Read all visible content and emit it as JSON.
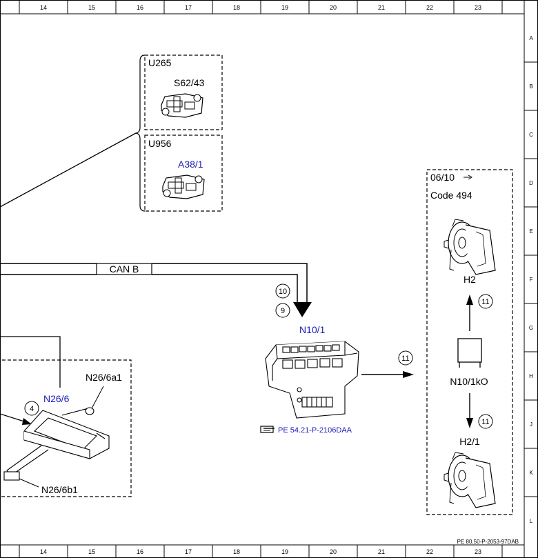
{
  "grid": {
    "columns": [
      "14",
      "15",
      "16",
      "17",
      "18",
      "19",
      "20",
      "21",
      "22",
      "23"
    ],
    "rows": [
      "A",
      "B",
      "C",
      "D",
      "E",
      "F",
      "G",
      "H",
      "J",
      "K",
      "L"
    ]
  },
  "modules": {
    "u265": {
      "code": "U265",
      "part": "S62/43"
    },
    "u956": {
      "code": "U956",
      "part": "A38/1"
    }
  },
  "bus": {
    "label": "CAN B"
  },
  "signals": {
    "ten": "10",
    "nine": "9",
    "four": "4",
    "eleven": "11"
  },
  "n10": {
    "label": "N10/1",
    "ref": "PE 54.21-P-2106DAA"
  },
  "horn_box": {
    "date": "06/10",
    "code": "Code 494"
  },
  "horn": {
    "h2": "H2",
    "relay": "N10/1kO",
    "h21": "H2/1"
  },
  "n26": {
    "main": "N26/6",
    "a1": "N26/6a1",
    "b1": "N26/6b1"
  },
  "footer": {
    "doc_id": "PE 80.50-P-2053-97DAB"
  },
  "colors": {
    "link": "#1a1ab8",
    "line": "#000000"
  }
}
